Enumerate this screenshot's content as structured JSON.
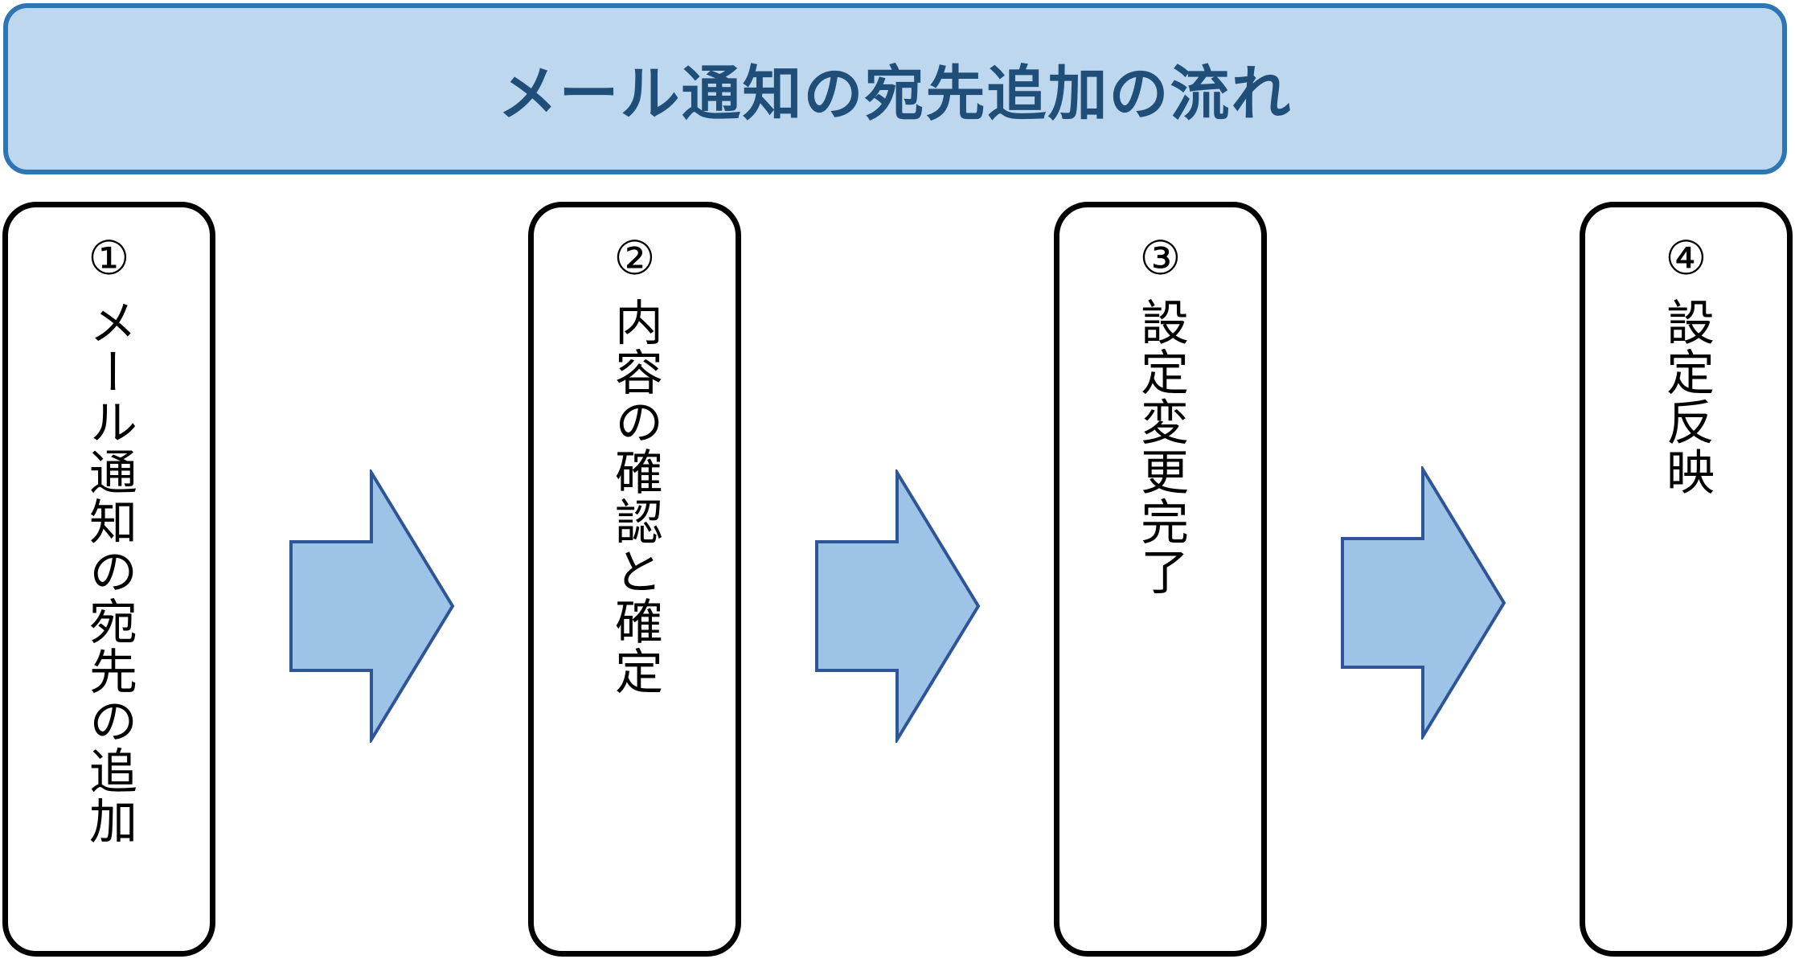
{
  "title": "メール通知の宛先追加の流れ",
  "steps": [
    {
      "number": "①",
      "label": "メール通知の宛先の追加"
    },
    {
      "number": "②",
      "label": "内容の確認と確定"
    },
    {
      "number": "③",
      "label": "設定変更完了"
    },
    {
      "number": "④",
      "label": "設定反映"
    }
  ],
  "colors": {
    "banner_fill": "#bdd7ee",
    "banner_border": "#2e75b6",
    "title_text": "#1f4e79",
    "arrow_fill": "#9dc3e6",
    "arrow_border": "#2f5597",
    "box_border": "#000000"
  },
  "arrows": [
    {
      "icon": "right-arrow-icon"
    },
    {
      "icon": "right-arrow-icon"
    },
    {
      "icon": "right-arrow-icon"
    }
  ]
}
